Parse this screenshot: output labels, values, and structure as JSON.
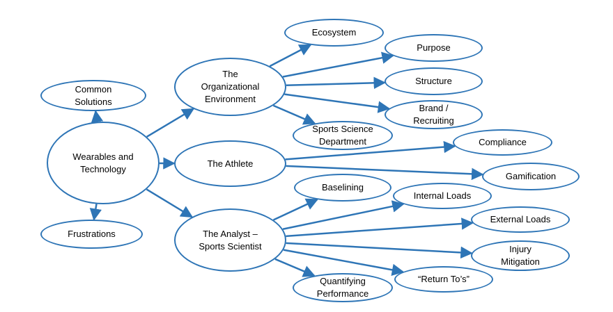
{
  "colors": {
    "stroke": "#2e75b6",
    "text": "#000000",
    "fill": "#ffffff"
  },
  "nodes": {
    "wearables": "Wearables and\nTechnology",
    "common": "Common\nSolutions",
    "frustrations": "Frustrations",
    "org": "The\nOrganizational\nEnvironment",
    "athlete": "The Athlete",
    "analyst": "The Analyst –\nSports Scientist",
    "ecosystem": "Ecosystem",
    "purpose": "Purpose",
    "structure": "Structure",
    "brand": "Brand /\nRecruiting",
    "sportsci": "Sports Science\nDepartment",
    "compliance": "Compliance",
    "gamification": "Gamification",
    "baselining": "Baselining",
    "internal": "Internal Loads",
    "external": "External Loads",
    "injury": "Injury\nMitigation",
    "returnto": "“Return To’s”",
    "quantifying": "Quantifying\nPerformance"
  },
  "edges": [
    [
      "wearables",
      "common"
    ],
    [
      "wearables",
      "frustrations"
    ],
    [
      "wearables",
      "org"
    ],
    [
      "wearables",
      "athlete"
    ],
    [
      "wearables",
      "analyst"
    ],
    [
      "org",
      "ecosystem"
    ],
    [
      "org",
      "purpose"
    ],
    [
      "org",
      "structure"
    ],
    [
      "org",
      "brand"
    ],
    [
      "org",
      "sportsci"
    ],
    [
      "athlete",
      "compliance"
    ],
    [
      "athlete",
      "gamification"
    ],
    [
      "analyst",
      "baselining"
    ],
    [
      "analyst",
      "internal"
    ],
    [
      "analyst",
      "external"
    ],
    [
      "analyst",
      "injury"
    ],
    [
      "analyst",
      "returnto"
    ],
    [
      "analyst",
      "quantifying"
    ]
  ]
}
